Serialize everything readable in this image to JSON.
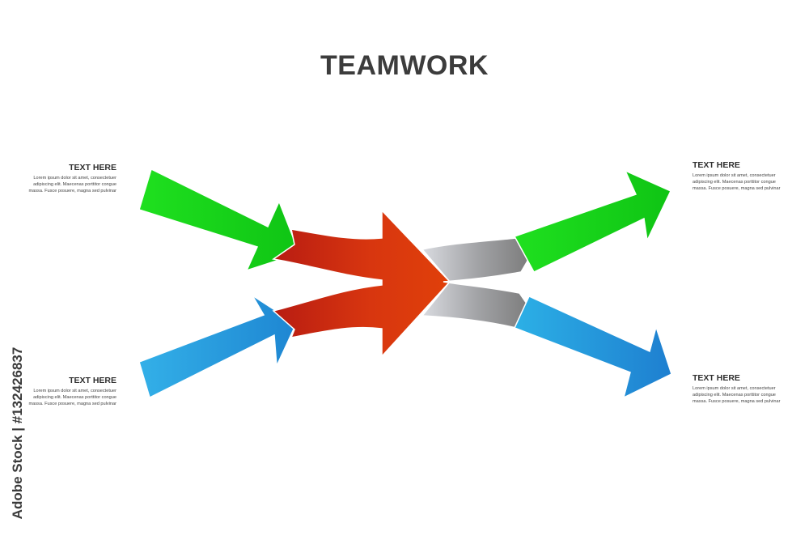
{
  "title": "TEAMWORK",
  "blocks": {
    "top_left": {
      "heading": "TEXT HERE",
      "lines": [
        "Lorem ipsum dolor sit amet, consectetuer",
        "adipiscing elit. Maecenas porttitor congue",
        "massa. Fusce posuere, magna sed pulvinar"
      ]
    },
    "bottom_left": {
      "heading": "TEXT HERE",
      "lines": [
        "Lorem ipsum dolor sit amet, consectetuer",
        "adipiscing elit. Maecenas porttitor congue",
        "massa. Fusce posuere, magna sed pulvinar"
      ]
    },
    "top_right": {
      "heading": "TEXT HERE",
      "lines": [
        "Lorem ipsum dolor sit amet, consectetuer",
        "adipiscing elit. Maecenas porttitor congue",
        "massa. Fusce posuere, magna sed pulvinar"
      ]
    },
    "bottom_right": {
      "heading": "TEXT HERE",
      "lines": [
        "Lorem ipsum dolor sit amet, consectetuer",
        "adipiscing elit. Maecenas porttitor congue",
        "massa. Fusce posuere, magna sed pulvinar"
      ]
    }
  },
  "stock_id": "Adobe Stock | #132426837",
  "colors": {
    "green": "#16d21c",
    "blue": "#2aa3e0",
    "red": "#d7300d",
    "gray": "#9a9a9a",
    "title": "#3c3c3c"
  }
}
